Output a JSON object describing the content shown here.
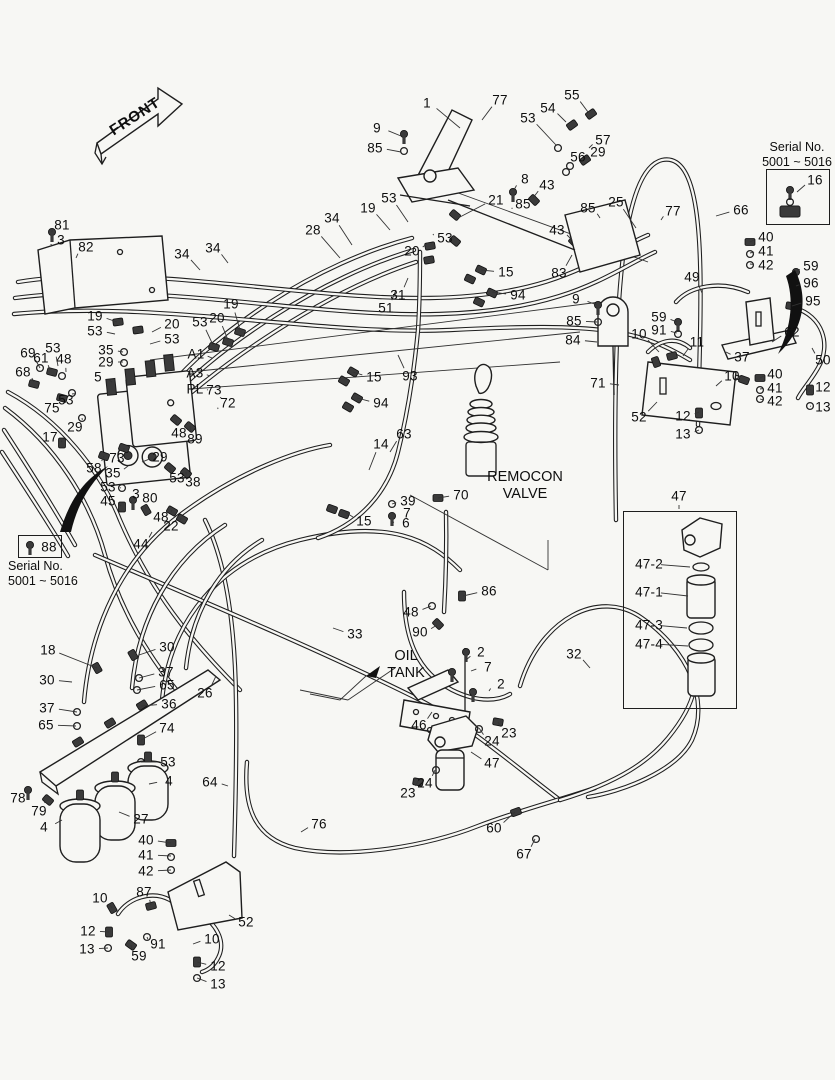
{
  "front_label": "FRONT",
  "serial_box_top": {
    "line1": "Serial No.",
    "line2": "5001 ~ 5016"
  },
  "serial_box_left": {
    "part_label": "88",
    "line1": "Serial No.",
    "line2": "5001 ~ 5016"
  },
  "remocon": {
    "line1": "REMOCON",
    "line2": "VALVE"
  },
  "oil_tank": {
    "line1": "OIL",
    "line2": "TANK"
  },
  "callouts": [
    [
      "1",
      427,
      103,
      460,
      128
    ],
    [
      "77",
      500,
      100,
      482,
      120
    ],
    [
      "9",
      377,
      128,
      401,
      136
    ],
    [
      "85",
      375,
      148,
      401,
      152
    ],
    [
      "55",
      572,
      95,
      588,
      112
    ],
    [
      "54",
      548,
      108,
      566,
      122
    ],
    [
      "53",
      528,
      118,
      556,
      145
    ],
    [
      "57",
      603,
      140,
      589,
      148
    ],
    [
      "29",
      598,
      152,
      585,
      159
    ],
    [
      "56",
      578,
      157,
      568,
      164
    ],
    [
      "8",
      525,
      179,
      514,
      190
    ],
    [
      "43",
      547,
      185,
      533,
      198
    ],
    [
      "85",
      523,
      204,
      512,
      209
    ],
    [
      "25",
      616,
      202,
      636,
      228
    ],
    [
      "85",
      588,
      208,
      600,
      218
    ],
    [
      "43",
      557,
      230,
      572,
      240
    ],
    [
      "21",
      496,
      200,
      458,
      218
    ],
    [
      "83",
      559,
      273,
      572,
      255
    ],
    [
      "19",
      368,
      208,
      390,
      230
    ],
    [
      "53",
      389,
      198,
      408,
      222
    ],
    [
      "34",
      332,
      218,
      352,
      245
    ],
    [
      "28",
      313,
      230,
      340,
      258
    ],
    [
      "20",
      412,
      251,
      428,
      243
    ],
    [
      "53",
      445,
      238,
      433,
      234
    ],
    [
      "81",
      62,
      225,
      52,
      232
    ],
    [
      "3",
      61,
      240,
      52,
      245
    ],
    [
      "82",
      86,
      247,
      76,
      258
    ],
    [
      "34",
      182,
      254,
      200,
      270
    ],
    [
      "34",
      213,
      248,
      228,
      263
    ],
    [
      "16",
      815,
      180,
      797,
      192
    ],
    [
      "66",
      741,
      210,
      716,
      216
    ],
    [
      "77",
      673,
      211,
      661,
      220
    ],
    [
      "49",
      692,
      277,
      702,
      293
    ],
    [
      "40",
      766,
      237,
      750,
      242
    ],
    [
      "41",
      766,
      251,
      750,
      253
    ],
    [
      "42",
      766,
      265,
      750,
      264
    ],
    [
      "59",
      811,
      266,
      796,
      272
    ],
    [
      "96",
      811,
      283,
      796,
      286
    ],
    [
      "95",
      813,
      301,
      792,
      306
    ],
    [
      "19",
      95,
      316,
      117,
      322
    ],
    [
      "53",
      95,
      331,
      115,
      334
    ],
    [
      "20",
      172,
      324,
      152,
      332
    ],
    [
      "53",
      172,
      339,
      150,
      344
    ],
    [
      "35",
      106,
      350,
      123,
      352
    ],
    [
      "29",
      106,
      362,
      123,
      362
    ],
    [
      "19",
      231,
      304,
      240,
      330
    ],
    [
      "20",
      217,
      318,
      228,
      340
    ],
    [
      "53",
      200,
      322,
      213,
      345
    ],
    [
      "A1",
      196,
      354,
      212,
      358
    ],
    [
      "A3",
      195,
      373,
      210,
      376
    ],
    [
      "PL",
      195,
      389,
      208,
      390
    ],
    [
      "73",
      214,
      390,
      220,
      398
    ],
    [
      "72",
      228,
      403,
      218,
      409
    ],
    [
      "5",
      98,
      377,
      112,
      382
    ],
    [
      "69",
      28,
      353,
      40,
      368
    ],
    [
      "61",
      41,
      358,
      50,
      370
    ],
    [
      "53",
      53,
      348,
      58,
      366
    ],
    [
      "48",
      64,
      359,
      66,
      372
    ],
    [
      "68",
      23,
      372,
      34,
      382
    ],
    [
      "75",
      52,
      408,
      62,
      398
    ],
    [
      "53",
      66,
      400,
      72,
      394
    ],
    [
      "29",
      75,
      427,
      82,
      418
    ],
    [
      "17",
      50,
      437,
      62,
      442
    ],
    [
      "58",
      94,
      468,
      104,
      456
    ],
    [
      "73",
      117,
      458,
      124,
      448
    ],
    [
      "35",
      113,
      473,
      128,
      466
    ],
    [
      "29",
      160,
      457,
      142,
      462
    ],
    [
      "53",
      108,
      487,
      121,
      488
    ],
    [
      "3",
      136,
      494,
      132,
      501
    ],
    [
      "45",
      108,
      501,
      121,
      506
    ],
    [
      "80",
      150,
      498,
      146,
      509
    ],
    [
      "48",
      179,
      433,
      176,
      420
    ],
    [
      "89",
      195,
      439,
      190,
      426
    ],
    [
      "53",
      177,
      478,
      170,
      468
    ],
    [
      "38",
      193,
      482,
      186,
      472
    ],
    [
      "48",
      161,
      517,
      172,
      510
    ],
    [
      "22",
      171,
      526,
      181,
      518
    ],
    [
      "44",
      141,
      544,
      152,
      532
    ],
    [
      "15",
      506,
      272,
      481,
      270
    ],
    [
      "94",
      518,
      295,
      492,
      292
    ],
    [
      "31",
      398,
      295,
      408,
      278
    ],
    [
      "51",
      386,
      308,
      396,
      290
    ],
    [
      "93",
      410,
      376,
      398,
      355
    ],
    [
      "15",
      374,
      377,
      353,
      372
    ],
    [
      "94",
      381,
      403,
      357,
      398
    ],
    [
      "63",
      404,
      434,
      390,
      452
    ],
    [
      "14",
      381,
      444,
      369,
      470
    ],
    [
      "70",
      461,
      495,
      438,
      498
    ],
    [
      "39",
      408,
      501,
      392,
      504
    ],
    [
      "7",
      407,
      513,
      392,
      514
    ],
    [
      "6",
      406,
      523,
      392,
      522
    ],
    [
      "15",
      364,
      521,
      345,
      512
    ],
    [
      "9",
      576,
      299,
      597,
      305
    ],
    [
      "85",
      574,
      321,
      597,
      322
    ],
    [
      "84",
      573,
      340,
      597,
      342
    ],
    [
      "59",
      659,
      317,
      677,
      322
    ],
    [
      "91",
      659,
      330,
      677,
      333
    ],
    [
      "10",
      639,
      334,
      659,
      352
    ],
    [
      "11",
      697,
      342,
      683,
      356
    ],
    [
      "37",
      742,
      357,
      726,
      352
    ],
    [
      "62",
      792,
      332,
      772,
      342
    ],
    [
      "50",
      823,
      360,
      812,
      348
    ],
    [
      "71",
      598,
      383,
      619,
      385
    ],
    [
      "52",
      639,
      417,
      657,
      402
    ],
    [
      "10",
      732,
      376,
      716,
      386
    ],
    [
      "40",
      775,
      374,
      760,
      378
    ],
    [
      "41",
      775,
      388,
      760,
      389
    ],
    [
      "42",
      775,
      401,
      760,
      399
    ],
    [
      "12",
      823,
      387,
      810,
      390
    ],
    [
      "13",
      823,
      407,
      810,
      406
    ],
    [
      "12",
      683,
      416,
      699,
      412
    ],
    [
      "13",
      683,
      434,
      699,
      430
    ],
    [
      "86",
      489,
      591,
      463,
      596
    ],
    [
      "48",
      411,
      612,
      431,
      606
    ],
    [
      "90",
      420,
      632,
      437,
      625
    ],
    [
      "33",
      355,
      634,
      333,
      628
    ],
    [
      "2",
      481,
      652,
      466,
      660
    ],
    [
      "7",
      488,
      667,
      471,
      671
    ],
    [
      "2",
      501,
      684,
      489,
      691
    ],
    [
      "32",
      574,
      654,
      590,
      668
    ],
    [
      "46",
      419,
      725,
      432,
      712
    ],
    [
      "23",
      509,
      733,
      498,
      722
    ],
    [
      "24",
      492,
      741,
      479,
      728
    ],
    [
      "47",
      492,
      763,
      471,
      752
    ],
    [
      "24",
      425,
      783,
      435,
      770
    ],
    [
      "23",
      408,
      793,
      418,
      781
    ],
    [
      "60",
      494,
      828,
      515,
      812
    ],
    [
      "67",
      524,
      854,
      535,
      839
    ],
    [
      "76",
      319,
      824,
      301,
      832
    ],
    [
      "47",
      679,
      496,
      679,
      509
    ],
    [
      "47-2",
      649,
      564,
      690,
      567
    ],
    [
      "47-1",
      649,
      592,
      688,
      596
    ],
    [
      "47-3",
      649,
      625,
      687,
      628
    ],
    [
      "47-4",
      649,
      644,
      688,
      646
    ],
    [
      "18",
      48,
      650,
      97,
      668
    ],
    [
      "30",
      167,
      647,
      139,
      655
    ],
    [
      "30",
      47,
      680,
      72,
      682
    ],
    [
      "37",
      166,
      672,
      139,
      678
    ],
    [
      "65",
      167,
      685,
      137,
      690
    ],
    [
      "37",
      47,
      708,
      77,
      712
    ],
    [
      "65",
      46,
      725,
      76,
      726
    ],
    [
      "36",
      169,
      704,
      141,
      706
    ],
    [
      "26",
      205,
      693,
      216,
      676
    ],
    [
      "74",
      167,
      728,
      141,
      740
    ],
    [
      "53",
      168,
      762,
      141,
      762
    ],
    [
      "4",
      169,
      781,
      149,
      784
    ],
    [
      "64",
      210,
      782,
      228,
      786
    ],
    [
      "78",
      18,
      798,
      28,
      790
    ],
    [
      "79",
      39,
      811,
      45,
      800
    ],
    [
      "27",
      141,
      819,
      119,
      812
    ],
    [
      "4",
      44,
      827,
      62,
      820
    ],
    [
      "40",
      146,
      840,
      171,
      843
    ],
    [
      "41",
      146,
      855,
      171,
      856
    ],
    [
      "42",
      146,
      871,
      171,
      870
    ],
    [
      "87",
      144,
      892,
      151,
      905
    ],
    [
      "10",
      100,
      898,
      112,
      908
    ],
    [
      "12",
      88,
      931,
      109,
      932
    ],
    [
      "13",
      87,
      949,
      108,
      948
    ],
    [
      "59",
      139,
      956,
      131,
      945
    ],
    [
      "91",
      158,
      944,
      147,
      937
    ],
    [
      "52",
      246,
      922,
      229,
      915
    ],
    [
      "10",
      212,
      939,
      193,
      944
    ],
    [
      "12",
      218,
      966,
      197,
      962
    ],
    [
      "13",
      218,
      984,
      197,
      978
    ]
  ]
}
